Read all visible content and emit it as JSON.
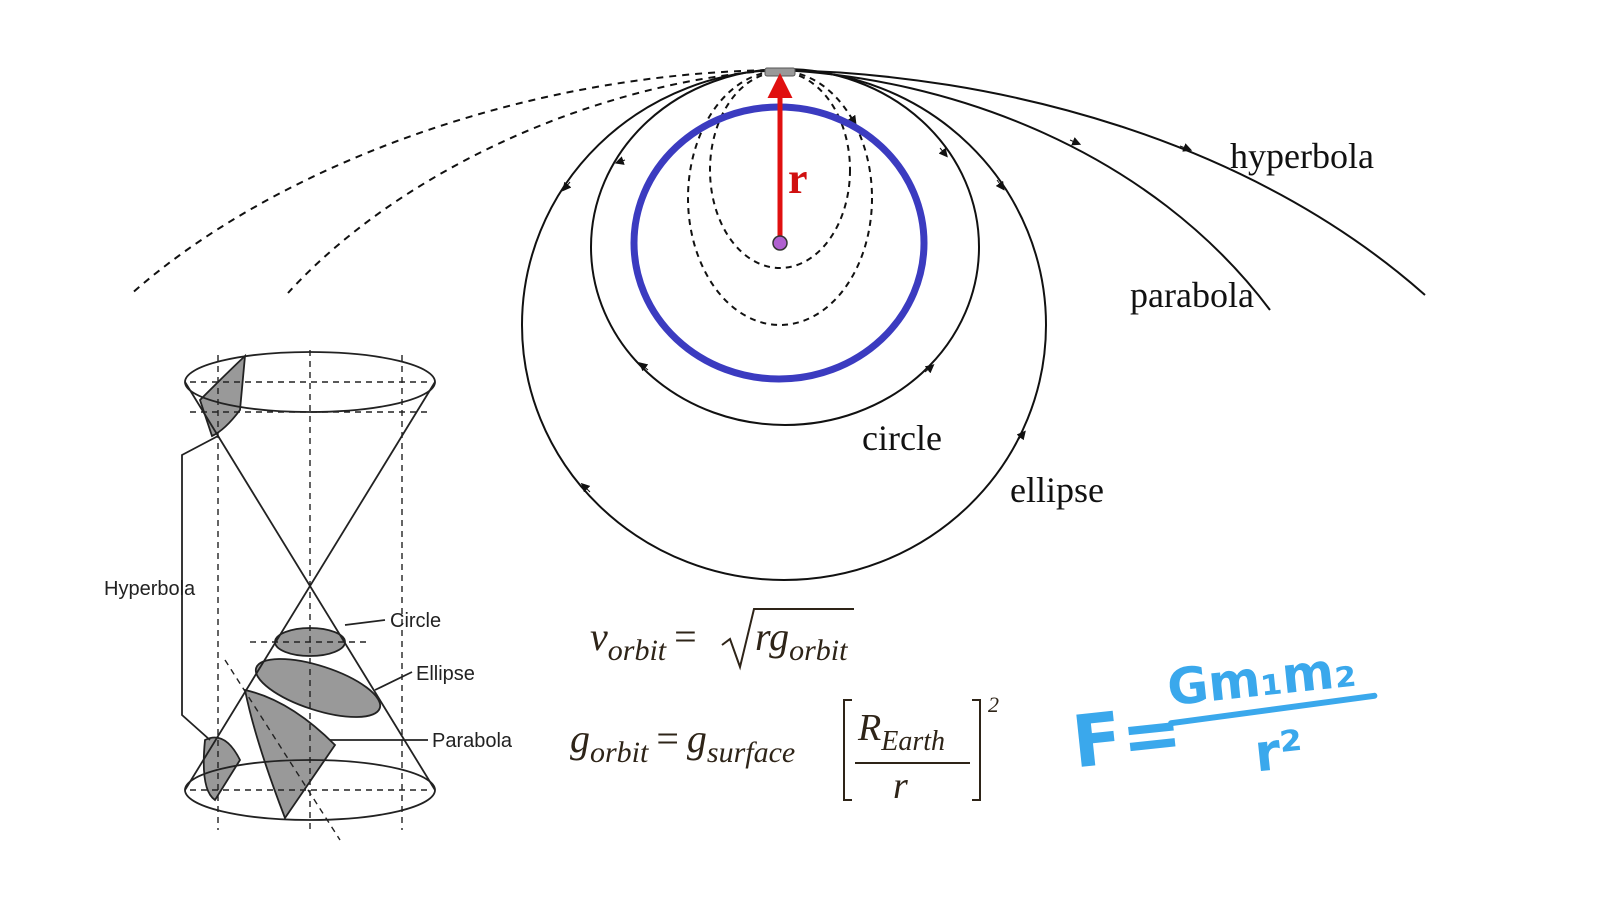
{
  "orbit_diagram": {
    "radius_label": "r",
    "labels": {
      "hyperbola": "hyperbola",
      "parabola": "parabola",
      "circle": "circle",
      "ellipse": "ellipse"
    },
    "colors": {
      "radius_arrow": "#e01010",
      "circular_orbit": "#3b3bc0",
      "planet": "#b060d0"
    }
  },
  "cone_diagram": {
    "labels": {
      "hyperbola": "Hyperbola",
      "circle": "Circle",
      "ellipse": "Ellipse",
      "parabola": "Parabola"
    }
  },
  "equations": {
    "v_orbit": {
      "v": "v",
      "v_sub": "orbit",
      "eq": "=",
      "r": "r",
      "g": "g",
      "g_sub": "orbit"
    },
    "g_orbit": {
      "g": "g",
      "g_sub": "orbit",
      "eq": "=",
      "gs": "g",
      "gs_sub": "surface",
      "R": "R",
      "R_sub": "Earth",
      "den": "r",
      "exp": "2"
    },
    "gravity": {
      "lhs": "F=",
      "num": "Gm₁m₂",
      "den": "r²",
      "color": "#3aa8ec"
    }
  }
}
